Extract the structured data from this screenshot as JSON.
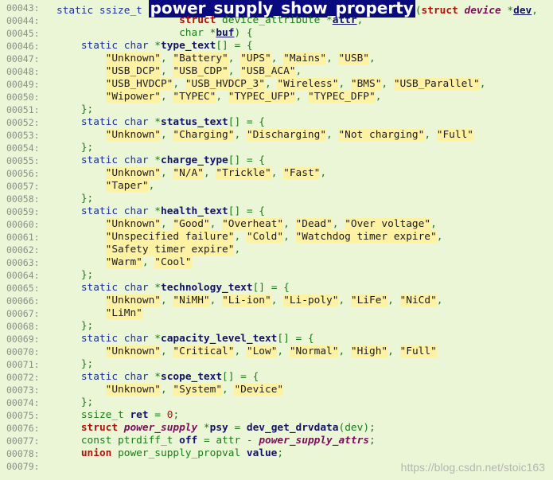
{
  "line_numbers": [
    "00043:",
    "00044:",
    "00045:",
    "00046:",
    "00047:",
    "00048:",
    "00049:",
    "00050:",
    "00051:",
    "00052:",
    "00053:",
    "00054:",
    "00055:",
    "00056:",
    "00057:",
    "00058:",
    "00059:",
    "00060:",
    "00061:",
    "00062:",
    "00063:",
    "00064:",
    "00065:",
    "00066:",
    "00067:",
    "00068:",
    "00069:",
    "00070:",
    "00071:",
    "00072:",
    "00073:",
    "00074:",
    "00075:",
    "00076:",
    "00077:",
    "00078:",
    "00079:"
  ],
  "code": {
    "l43": {
      "kw": "static ssize_t ",
      "func": "power_supply_show_property",
      "open": "(",
      "kw2": "struct ",
      "type": "device",
      "op": " *",
      "param": "dev",
      "close": ","
    },
    "l44": {
      "indent": "                    ",
      "kw": "struct",
      "type": " device_attribute ",
      "op": "*",
      "param": "attr",
      "close": ","
    },
    "l45": {
      "indent": "                    ",
      "type": "char ",
      "op": "*",
      "param": "buf",
      "close": ") {"
    },
    "l46": {
      "indent": "    ",
      "kw": "static char ",
      "op": "*",
      "var": "type_text",
      "close": "[] = {"
    },
    "l47": {
      "indent": "        ",
      "strs": [
        "\"Unknown\"",
        "\"Battery\"",
        "\"UPS\"",
        "\"Mains\"",
        "\"USB\""
      ]
    },
    "l48": {
      "indent": "        ",
      "strs": [
        "\"USB_DCP\"",
        "\"USB_CDP\"",
        "\"USB_ACA\""
      ]
    },
    "l49": {
      "indent": "        ",
      "strs": [
        "\"USB_HVDCP\"",
        "\"USB_HVDCP_3\"",
        "\"Wireless\"",
        "\"BMS\"",
        "\"USB_Parallel\""
      ]
    },
    "l50": {
      "indent": "        ",
      "strs": [
        "\"Wipower\"",
        "\"TYPEC\"",
        "\"TYPEC_UFP\"",
        "\"TYPEC_DFP\""
      ]
    },
    "l51": {
      "indent": "    ",
      "close": "};"
    },
    "l52": {
      "indent": "    ",
      "kw": "static char ",
      "op": "*",
      "var": "status_text",
      "close": "[] = {"
    },
    "l53": {
      "indent": "        ",
      "strs": [
        "\"Unknown\"",
        "\"Charging\"",
        "\"Discharging\"",
        "\"Not charging\"",
        "\"Full\""
      ]
    },
    "l54": {
      "indent": "    ",
      "close": "};"
    },
    "l55": {
      "indent": "    ",
      "kw": "static char ",
      "op": "*",
      "var": "charge_type",
      "close": "[] = {"
    },
    "l56": {
      "indent": "        ",
      "strs": [
        "\"Unknown\"",
        "\"N/A\"",
        "\"Trickle\"",
        "\"Fast\""
      ]
    },
    "l57": {
      "indent": "        ",
      "strs": [
        "\"Taper\""
      ]
    },
    "l58": {
      "indent": "    ",
      "close": "};"
    },
    "l59": {
      "indent": "    ",
      "kw": "static char ",
      "op": "*",
      "var": "health_text",
      "close": "[] = {"
    },
    "l60": {
      "indent": "        ",
      "strs": [
        "\"Unknown\"",
        "\"Good\"",
        "\"Overheat\"",
        "\"Dead\"",
        "\"Over voltage\""
      ]
    },
    "l61": {
      "indent": "        ",
      "strs": [
        "\"Unspecified failure\"",
        "\"Cold\"",
        "\"Watchdog timer expire\""
      ]
    },
    "l62": {
      "indent": "        ",
      "strs": [
        "\"Safety timer expire\""
      ]
    },
    "l63": {
      "indent": "        ",
      "strs": [
        "\"Warm\"",
        "\"Cool\""
      ]
    },
    "l64": {
      "indent": "    ",
      "close": "};"
    },
    "l65": {
      "indent": "    ",
      "kw": "static char ",
      "op": "*",
      "var": "technology_text",
      "close": "[] = {"
    },
    "l66": {
      "indent": "        ",
      "strs": [
        "\"Unknown\"",
        "\"NiMH\"",
        "\"Li-ion\"",
        "\"Li-poly\"",
        "\"LiFe\"",
        "\"NiCd\""
      ]
    },
    "l67": {
      "indent": "        ",
      "strs": [
        "\"LiMn\""
      ]
    },
    "l68": {
      "indent": "    ",
      "close": "};"
    },
    "l69": {
      "indent": "    ",
      "kw": "static char ",
      "op": "*",
      "var": "capacity_level_text",
      "close": "[] = {"
    },
    "l70": {
      "indent": "        ",
      "strs": [
        "\"Unknown\"",
        "\"Critical\"",
        "\"Low\"",
        "\"Normal\"",
        "\"High\"",
        "\"Full\""
      ]
    },
    "l71": {
      "indent": "    ",
      "close": "};"
    },
    "l72": {
      "indent": "    ",
      "kw": "static char ",
      "op": "*",
      "var": "scope_text",
      "close": "[] = {"
    },
    "l73": {
      "indent": "        ",
      "strs": [
        "\"Unknown\"",
        "\"System\"",
        "\"Device\""
      ]
    },
    "l74": {
      "indent": "    ",
      "close": "};"
    },
    "l75": {
      "indent": "    ",
      "type": "ssize_t ",
      "var": "ret",
      "op": " = ",
      "num": "0",
      "close": ";"
    },
    "l76": {
      "indent": "    ",
      "kw": "struct ",
      "ittype": "power_supply",
      "op": " *",
      "var": "psy",
      "op2": " = ",
      "fn": "dev_get_drvdata",
      "p1": "(",
      "arg": "dev",
      "p2": ");"
    },
    "l77": {
      "indent": "    ",
      "type": "const ptrdiff_t ",
      "var": "off",
      "op": " = ",
      "arg": "attr",
      "op2": " - ",
      "ittype": "power_supply_attrs",
      "p2": ";"
    },
    "l78": {
      "indent": "    ",
      "kw": "union ",
      "type": "power_supply_propval ",
      "var": "value",
      "p2": ";"
    },
    "l79": {
      "indent": ""
    }
  },
  "watermark": "https://blog.csdn.net/stoic163",
  "colors": {
    "background": "#eaf6d6",
    "string_bg": "#fdf2a4",
    "highlight": "#0a0a80",
    "keyword": "#1e2f9c",
    "red_keyword": "#b0120a"
  }
}
